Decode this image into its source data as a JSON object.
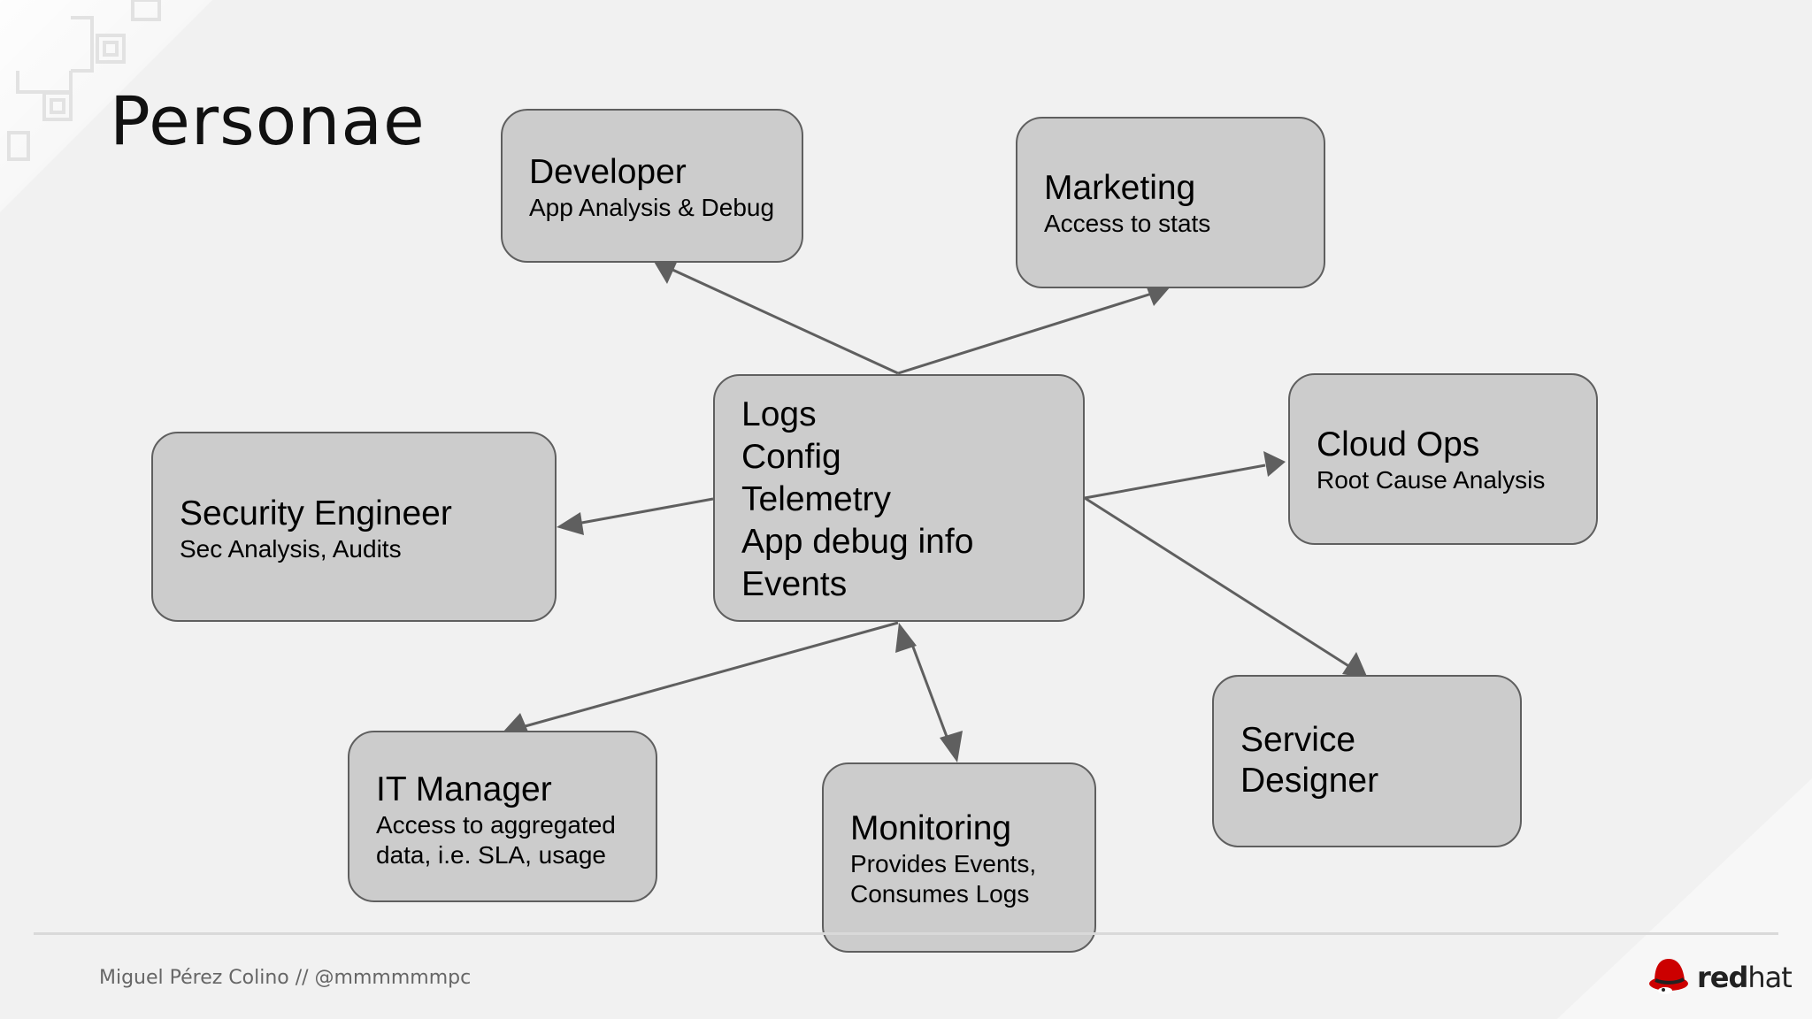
{
  "slide": {
    "title": "Personae",
    "footer": "Miguel Pérez Colino // @mmmmmmpc",
    "brand": {
      "bold": "red",
      "light": "hat"
    }
  },
  "center": {
    "lines": [
      "Logs",
      "Config",
      "Telemetry",
      "App debug info",
      "Events"
    ]
  },
  "personas": {
    "developer": {
      "name": "Developer",
      "desc": "App Analysis & Debug"
    },
    "marketing": {
      "name": "Marketing",
      "desc": "Access to stats"
    },
    "cloud_ops": {
      "name": "Cloud Ops",
      "desc": "Root Cause Analysis"
    },
    "security": {
      "name": "Security Engineer",
      "desc": "Sec Analysis, Audits"
    },
    "service_designer": {
      "name": "Service\nDesigner",
      "desc": ""
    },
    "it_manager": {
      "name": "IT Manager",
      "desc": "Access to aggregated\ndata, i.e. SLA, usage"
    },
    "monitoring": {
      "name": "Monitoring",
      "desc": "Provides Events,\nConsumes Logs"
    }
  },
  "colors": {
    "background": "#f1f1f1",
    "node_fill": "#cccccc",
    "node_border": "#5f5f5f",
    "arrow": "#5f5f5f",
    "brand_red": "#cc0000"
  }
}
